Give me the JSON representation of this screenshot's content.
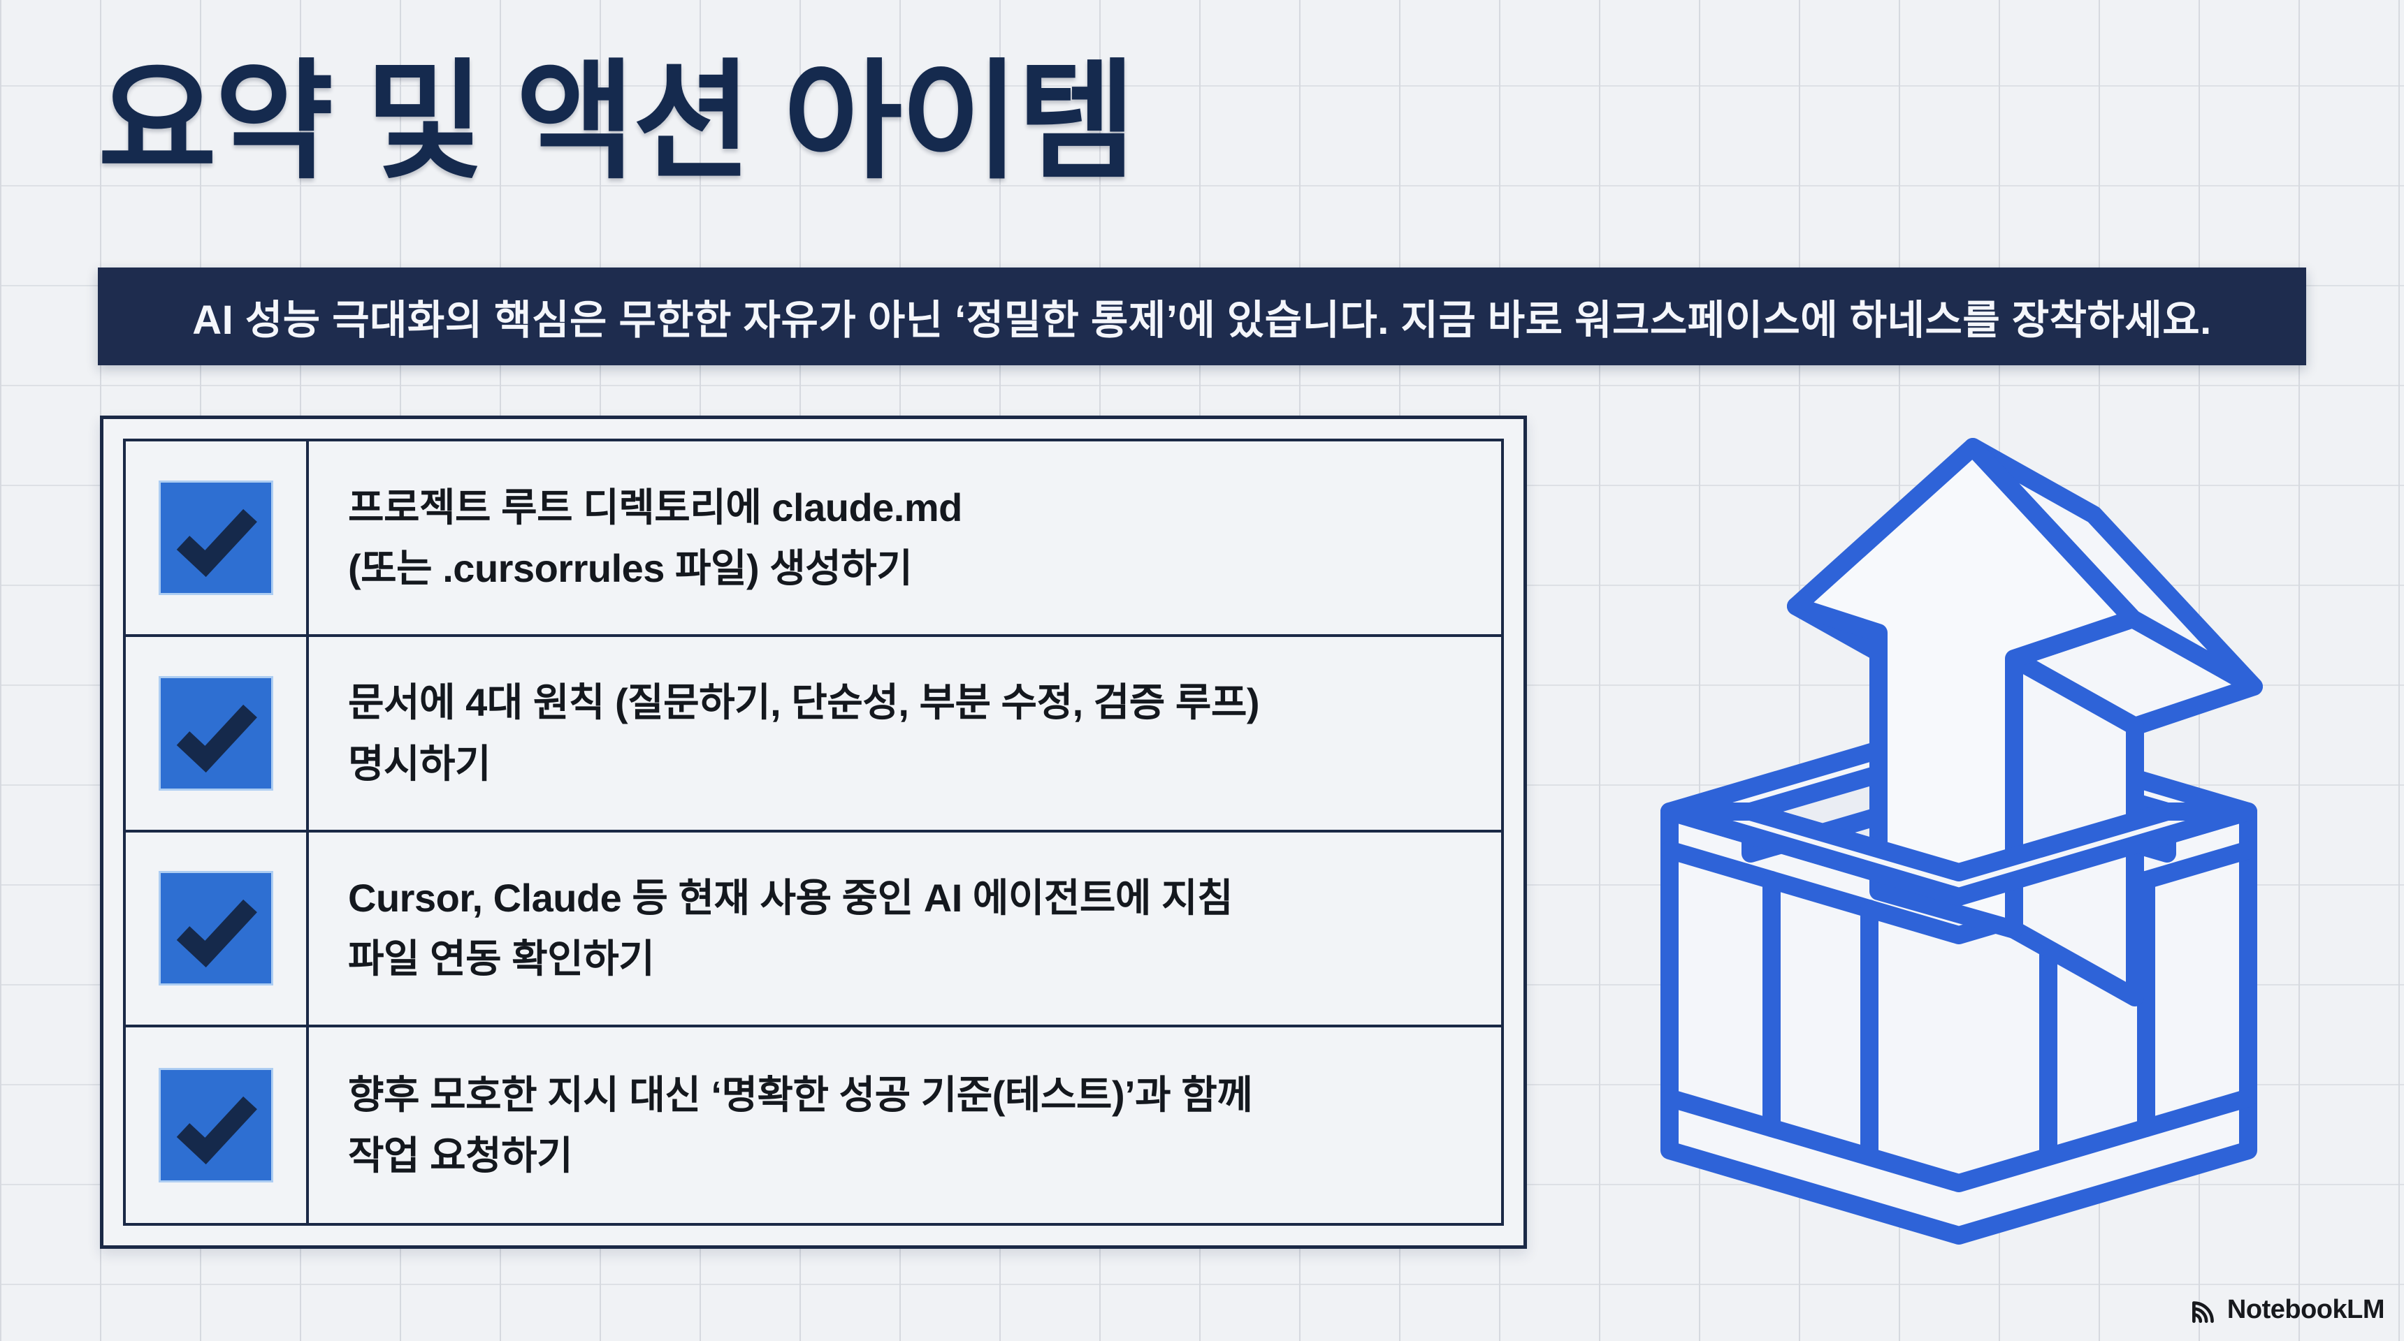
{
  "page": {
    "title": "요약 및 액션 아이템"
  },
  "banner": {
    "text": "AI 성능 극대화의 핵심은 무한한 자유가 아닌 ‘정밀한 통제’에 있습니다. 지금 바로 워크스페이스에 하네스를 장착하세요."
  },
  "checklist": {
    "items": [
      {
        "checked": true,
        "text": "프로젝트 루트 디렉토리에 claude.md\n(또는 .cursorrules 파일) 생성하기"
      },
      {
        "checked": true,
        "text": "문서에 4대 원칙 (질문하기, 단순성, 부분 수정, 검증 루프)\n명시하기"
      },
      {
        "checked": true,
        "text": "Cursor, Claude 등 현재 사용 중인 AI 에이전트에 지침\n파일 연동 확인하기"
      },
      {
        "checked": true,
        "text": "향후 모호한 지시 대신 ‘명확한 성공 기준(테스트)’과 함께\n작업 요청하기"
      }
    ]
  },
  "illustration": {
    "name": "arrow-rising-out-of-open-box",
    "stroke_color": "#2e63d8"
  },
  "footer": {
    "brand": "NotebookLM"
  },
  "colors": {
    "title_navy": "#152a4e",
    "banner_bg": "#1e2c4e",
    "banner_text": "#f4f6fb",
    "table_border": "#1b2946",
    "checkbox_blue": "#2e6fd2",
    "checkmark_navy": "#15294b",
    "illustration_blue": "#2e63d8",
    "page_bg": "#f0f2f5",
    "grid_line": "#d6d9df"
  }
}
